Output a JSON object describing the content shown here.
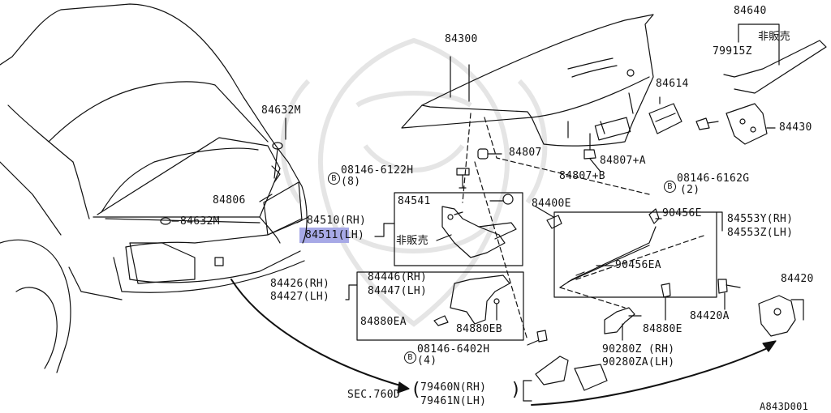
{
  "diagram": {
    "highlight_color": "#a7a9e6",
    "labels": {
      "p84300": "84300",
      "p84640": "84640",
      "hihanbai_top": "非販売",
      "p79915z": "79915Z",
      "p84614": "84614",
      "p84430": "84430",
      "p84632m_top": "84632M",
      "p84807": "84807",
      "p84807a": "84807+A",
      "p84807b": "84807+B",
      "bolt_8146_6122h": "08146-6122H",
      "bolt_8146_6122h_qty": "(8)",
      "bolt_8146_6162g": "08146-6162G",
      "bolt_8146_6162g_qty": "(2)",
      "p84806": "84806",
      "p84632m_mid": "84632M",
      "p84541": "84541",
      "p84400e": "84400E",
      "p84510": "84510(RH)",
      "p84511": "84511(LH)",
      "hihanbai_mid": "非販売",
      "p90456e": "90456E",
      "p84553y": "84553Y(RH)",
      "p84553z": "84553Z(LH)",
      "p90456ea": "90456EA",
      "p84420": "84420",
      "p84446": "84446(RH)",
      "p84447": "84447(LH)",
      "p84426": "84426(RH)",
      "p84427": "84427(LH)",
      "p84420a": "84420A",
      "p84880ea": "84880EA",
      "p84880eb": "84880EB",
      "p84880e": "84880E",
      "bolt_8146_6402h": "08146-6402H",
      "bolt_8146_6402h_qty": "(4)",
      "p90280z": "90280Z (RH)",
      "p90280za": "90280ZA(LH)",
      "sec_760d": "SEC.760D",
      "p79460n": "79460N(RH)",
      "p79461n": "79461N(LH)",
      "diagram_code": "A843D001",
      "bolt_symbol": "B"
    }
  }
}
